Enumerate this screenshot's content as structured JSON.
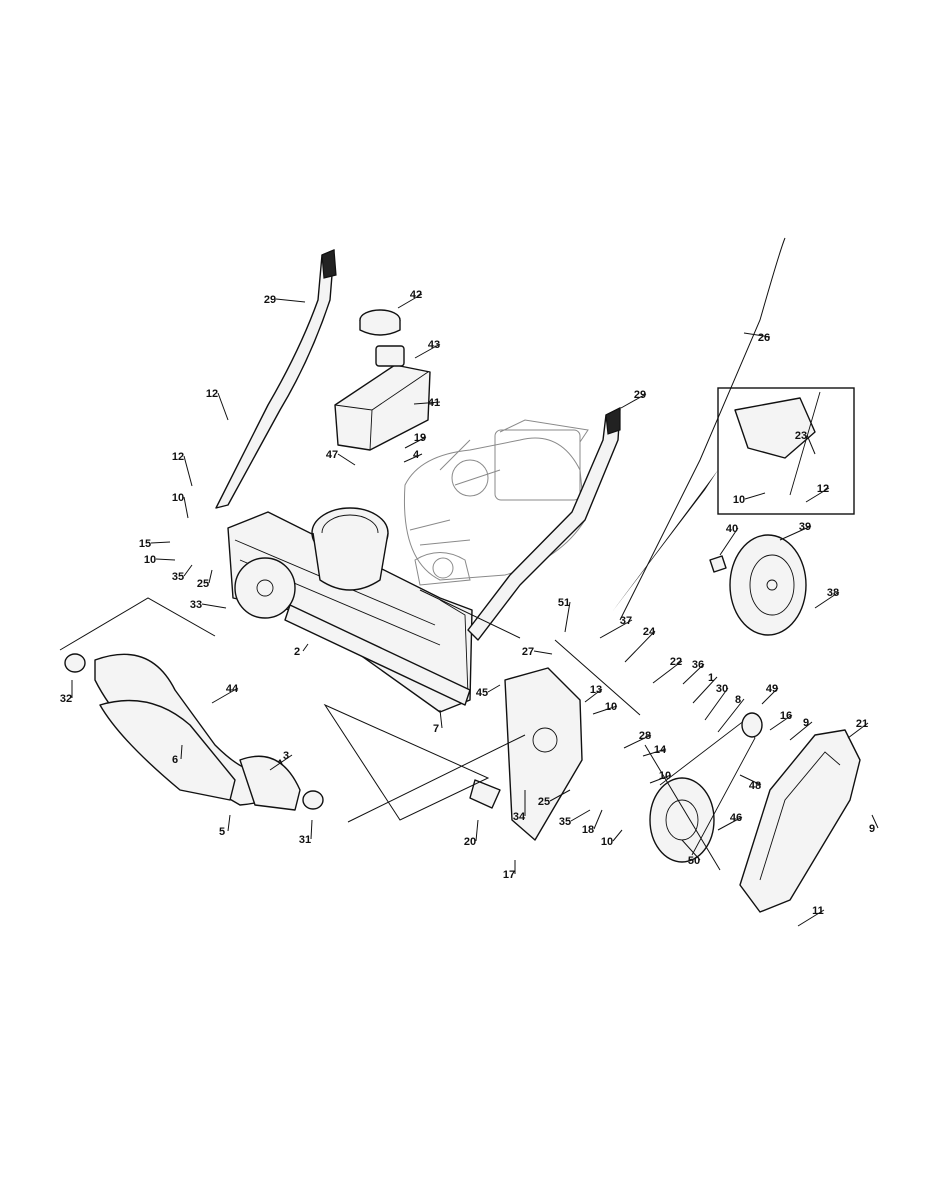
{
  "diagram": {
    "callouts": [
      {
        "id": "c29a",
        "label": "29"
      },
      {
        "id": "c42",
        "label": "42"
      },
      {
        "id": "c43",
        "label": "43"
      },
      {
        "id": "c41",
        "label": "41"
      },
      {
        "id": "c19",
        "label": "19"
      },
      {
        "id": "c47",
        "label": "47"
      },
      {
        "id": "c4",
        "label": "4"
      },
      {
        "id": "c26",
        "label": "26"
      },
      {
        "id": "c29b",
        "label": "29"
      },
      {
        "id": "c23",
        "label": "23"
      },
      {
        "id": "c10i",
        "label": "10"
      },
      {
        "id": "c12i",
        "label": "12"
      },
      {
        "id": "c12a",
        "label": "12"
      },
      {
        "id": "c12b",
        "label": "12"
      },
      {
        "id": "c10a",
        "label": "10"
      },
      {
        "id": "c15",
        "label": "15"
      },
      {
        "id": "c10b",
        "label": "10"
      },
      {
        "id": "c35a",
        "label": "35"
      },
      {
        "id": "c25a",
        "label": "25"
      },
      {
        "id": "c33",
        "label": "33"
      },
      {
        "id": "c2",
        "label": "2"
      },
      {
        "id": "c40",
        "label": "40"
      },
      {
        "id": "c39",
        "label": "39"
      },
      {
        "id": "c38",
        "label": "38"
      },
      {
        "id": "c51",
        "label": "51"
      },
      {
        "id": "c37",
        "label": "37"
      },
      {
        "id": "c24",
        "label": "24"
      },
      {
        "id": "c27",
        "label": "27"
      },
      {
        "id": "c22",
        "label": "22"
      },
      {
        "id": "c36",
        "label": "36"
      },
      {
        "id": "c1",
        "label": "1"
      },
      {
        "id": "c30",
        "label": "30"
      },
      {
        "id": "c8",
        "label": "8"
      },
      {
        "id": "c49",
        "label": "49"
      },
      {
        "id": "c16",
        "label": "16"
      },
      {
        "id": "c9a",
        "label": "9"
      },
      {
        "id": "c21",
        "label": "21"
      },
      {
        "id": "c45",
        "label": "45"
      },
      {
        "id": "c7",
        "label": "7"
      },
      {
        "id": "c13",
        "label": "13"
      },
      {
        "id": "c10c",
        "label": "10"
      },
      {
        "id": "c28",
        "label": "28"
      },
      {
        "id": "c14",
        "label": "14"
      },
      {
        "id": "c10d",
        "label": "10"
      },
      {
        "id": "c48",
        "label": "48"
      },
      {
        "id": "c32",
        "label": "32"
      },
      {
        "id": "c44",
        "label": "44"
      },
      {
        "id": "c6",
        "label": "6"
      },
      {
        "id": "c3",
        "label": "3"
      },
      {
        "id": "c5",
        "label": "5"
      },
      {
        "id": "c31",
        "label": "31"
      },
      {
        "id": "c20",
        "label": "20"
      },
      {
        "id": "c17",
        "label": "17"
      },
      {
        "id": "c34",
        "label": "34"
      },
      {
        "id": "c25b",
        "label": "25"
      },
      {
        "id": "c35b",
        "label": "35"
      },
      {
        "id": "c18",
        "label": "18"
      },
      {
        "id": "c10e",
        "label": "10"
      },
      {
        "id": "c46",
        "label": "46"
      },
      {
        "id": "c50",
        "label": "50"
      },
      {
        "id": "c9b",
        "label": "9"
      },
      {
        "id": "c11",
        "label": "11"
      }
    ]
  }
}
